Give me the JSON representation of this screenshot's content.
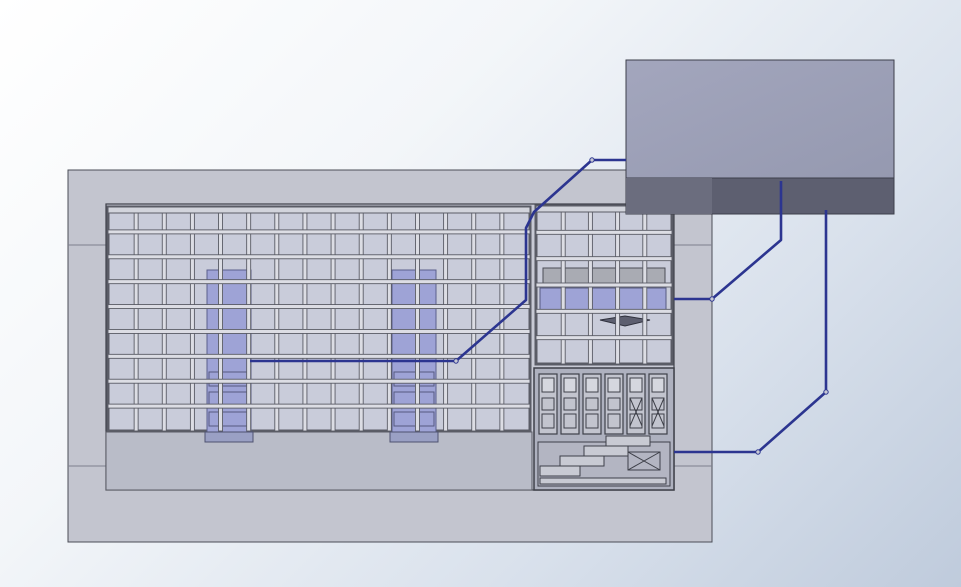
{
  "app": {
    "window_title": "",
    "view": "top"
  },
  "model": {
    "base_plate_color": "#c3c5cf",
    "frame_color": "#5a5c66",
    "grid_fill_color": "#c9ccda",
    "support_color": "#9ea3d6",
    "box_color": "#9ea1b8",
    "box_shade_color": "#5c5e6f",
    "cable_color": "#2c3590",
    "large_grid": {
      "cols": 15,
      "rows": 9
    },
    "small_grid": {
      "cols": 5,
      "rows": 6
    },
    "cabinet_slots": 6,
    "supports": 2,
    "cables": 3
  }
}
